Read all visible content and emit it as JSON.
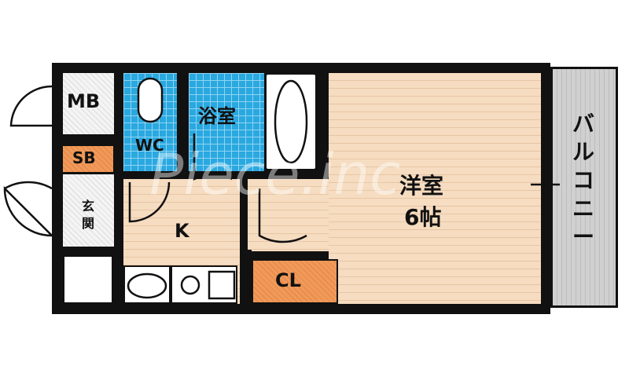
{
  "rooms": {
    "mb": "MB",
    "sb": "SB",
    "wc": "WC",
    "bath": "浴室",
    "entrance": "玄関",
    "kitchen": "K",
    "closet": "CL",
    "western_room": "洋室",
    "western_size": "6帖",
    "balcony": "バルコニー"
  },
  "watermark": "Piece.inc",
  "colors": {
    "wet_area": "#2aa8e0",
    "floor": "#f6dcc0",
    "storage": "#f09a5a",
    "wall": "#111111"
  }
}
